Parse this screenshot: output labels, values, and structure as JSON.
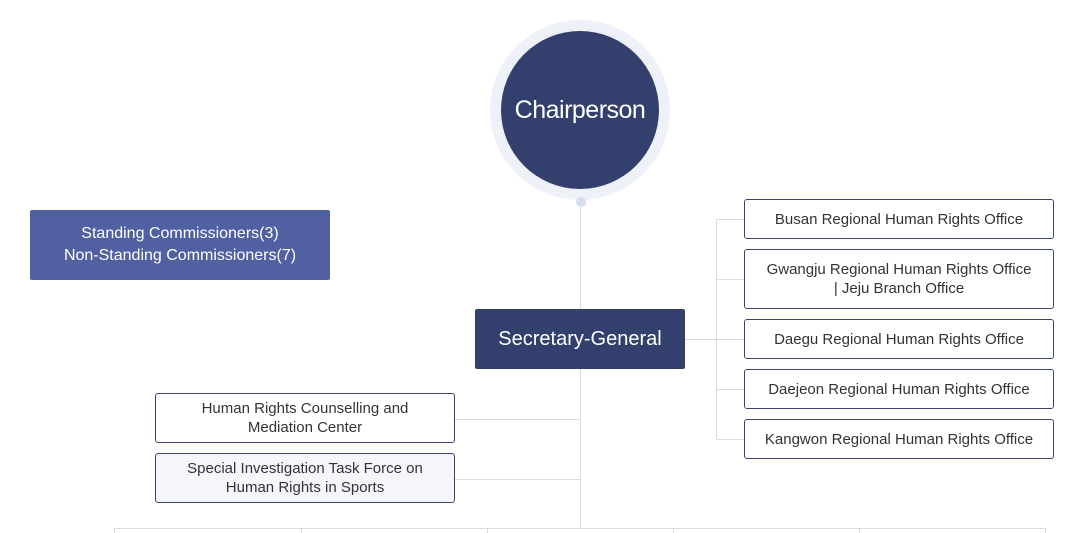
{
  "chairperson": {
    "label": "Chairperson"
  },
  "commissioners": {
    "line1": "Standing Commissioners(3)",
    "line2": "Non-Standing Commissioners(7)"
  },
  "secretary_general": {
    "label": "Secretary-General"
  },
  "regional_offices": [
    {
      "line1": "Busan Regional Human Rights Office",
      "line2": ""
    },
    {
      "line1": "Gwangju Regional Human Rights Office",
      "line2": "|   Jeju Branch Office"
    },
    {
      "line1": "Daegu Regional Human Rights Office",
      "line2": ""
    },
    {
      "line1": "Daejeon Regional Human Rights Office",
      "line2": ""
    },
    {
      "line1": "Kangwon Regional Human Rights Office",
      "line2": ""
    }
  ],
  "left_units": [
    {
      "line1": "Human Rights Counselling and",
      "line2": "Mediation Center"
    },
    {
      "line1": "Special Investigation Task Force on",
      "line2": "Human Rights in Sports"
    }
  ],
  "colors": {
    "navy": "#33406e",
    "commissioner_blue": "#5060a0",
    "connector": "#d9dce6",
    "box_border": "#3b4570"
  }
}
